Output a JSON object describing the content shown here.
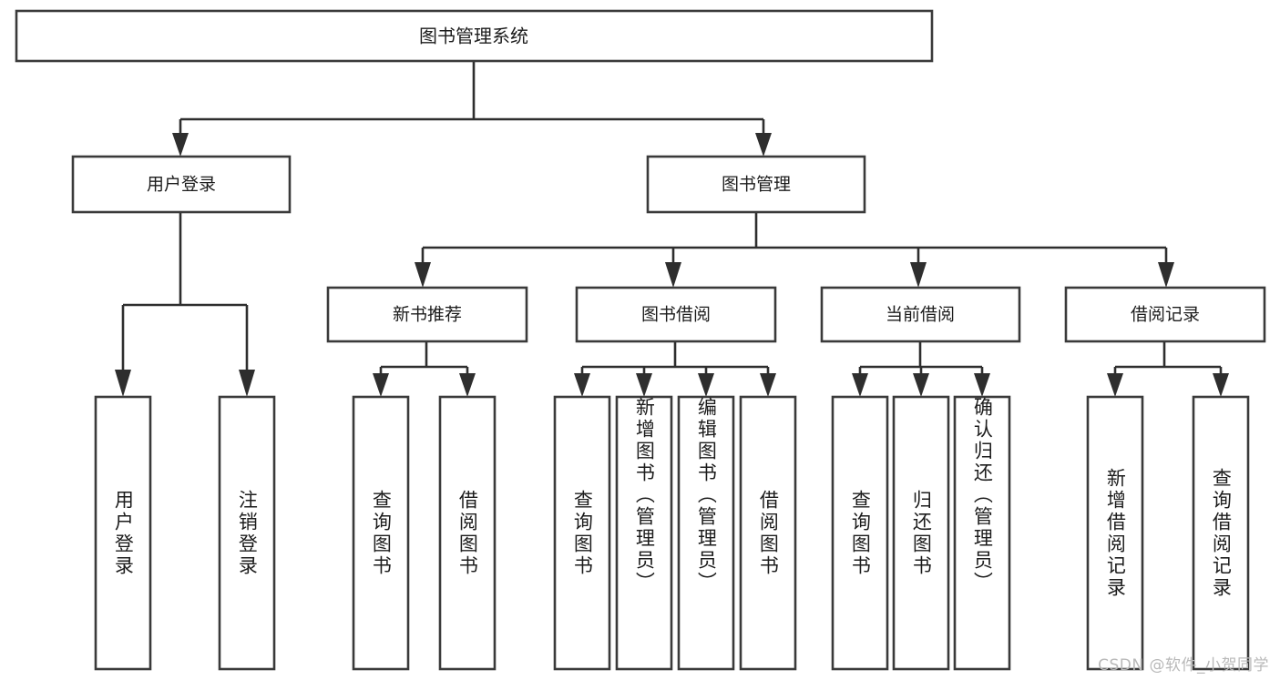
{
  "diagram": {
    "type": "tree-hierarchy",
    "title": "图书管理系统",
    "root": {
      "id": "root",
      "label": "图书管理系统",
      "orientation": "horizontal"
    },
    "level1": [
      {
        "id": "user-login",
        "label": "用户登录",
        "orientation": "horizontal"
      },
      {
        "id": "book-management",
        "label": "图书管理",
        "orientation": "horizontal"
      }
    ],
    "level2": [
      {
        "id": "new-book-recommend",
        "label": "新书推荐",
        "parent": "book-management",
        "orientation": "horizontal"
      },
      {
        "id": "book-borrow",
        "label": "图书借阅",
        "parent": "book-management",
        "orientation": "horizontal"
      },
      {
        "id": "current-borrow",
        "label": "当前借阅",
        "parent": "book-management",
        "orientation": "horizontal"
      },
      {
        "id": "borrow-record",
        "label": "借阅记录",
        "parent": "book-management",
        "orientation": "horizontal"
      }
    ],
    "leaves": [
      {
        "id": "leaf-user-login",
        "label": "用户登录",
        "parent": "user-login",
        "orientation": "vertical"
      },
      {
        "id": "leaf-logout-login",
        "label": "注销登录",
        "parent": "user-login",
        "orientation": "vertical"
      },
      {
        "id": "leaf-query-book-1",
        "label": "查询图书",
        "parent": "new-book-recommend",
        "orientation": "vertical"
      },
      {
        "id": "leaf-borrow-book-1",
        "label": "借阅图书",
        "parent": "new-book-recommend",
        "orientation": "vertical"
      },
      {
        "id": "leaf-query-book-2",
        "label": "查询图书",
        "parent": "book-borrow",
        "orientation": "vertical"
      },
      {
        "id": "leaf-add-book",
        "label": "新增图书（管理员）",
        "parent": "book-borrow",
        "orientation": "vertical"
      },
      {
        "id": "leaf-edit-book",
        "label": "编辑图书（管理员）",
        "parent": "book-borrow",
        "orientation": "vertical"
      },
      {
        "id": "leaf-borrow-book-2",
        "label": "借阅图书",
        "parent": "book-borrow",
        "orientation": "vertical"
      },
      {
        "id": "leaf-query-book-3",
        "label": "查询图书",
        "parent": "current-borrow",
        "orientation": "vertical"
      },
      {
        "id": "leaf-return-book",
        "label": "归还图书",
        "parent": "current-borrow",
        "orientation": "vertical"
      },
      {
        "id": "leaf-confirm-return",
        "label": "确认归还（管理员）",
        "parent": "current-borrow",
        "orientation": "vertical"
      },
      {
        "id": "leaf-add-record",
        "label": "新增借阅记录",
        "parent": "borrow-record",
        "orientation": "vertical"
      },
      {
        "id": "leaf-query-record",
        "label": "查询借阅记录",
        "parent": "borrow-record",
        "orientation": "vertical"
      }
    ],
    "colors": {
      "background": "#ffffff",
      "box_fill": "#ffffff",
      "box_stroke": "#3a3a3a",
      "connector": "#2e2e2e",
      "text": "#1c1c1c",
      "watermark": "#b9b9b9"
    }
  },
  "watermark": {
    "text": "CSDN @软件_小贺同学"
  }
}
